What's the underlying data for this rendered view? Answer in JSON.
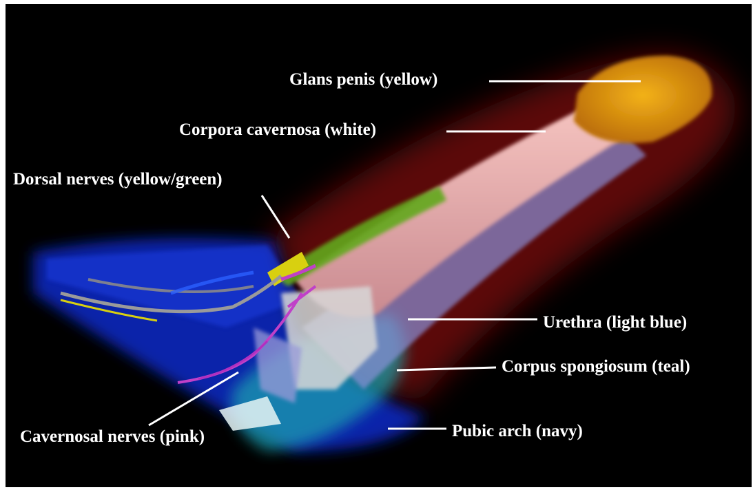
{
  "labels": {
    "glans": "Glans penis (yellow)",
    "corpora_cavernosa": "Corpora cavernosa (white)",
    "dorsal_nerves": "Dorsal nerves (yellow/green)",
    "urethra": "Urethra (light blue)",
    "corpus_spongiosum": "Corpus spongiosum (teal)",
    "cavernosal_nerves": "Cavernosal nerves (pink)",
    "pubic_arch": "Pubic arch (navy)"
  },
  "colors": {
    "background": "#000000",
    "glans": "#e8a30a",
    "corpora_cavernosa": "#f0b0b0",
    "dorsal_nerves": "#6fb020",
    "urethra": "#8a90d8",
    "corpus_spongiosum": "#1fa6b0",
    "cavernosal_nerves": "#c040c8",
    "pubic_arch": "#1030c8",
    "tunica": "#8a1010"
  }
}
